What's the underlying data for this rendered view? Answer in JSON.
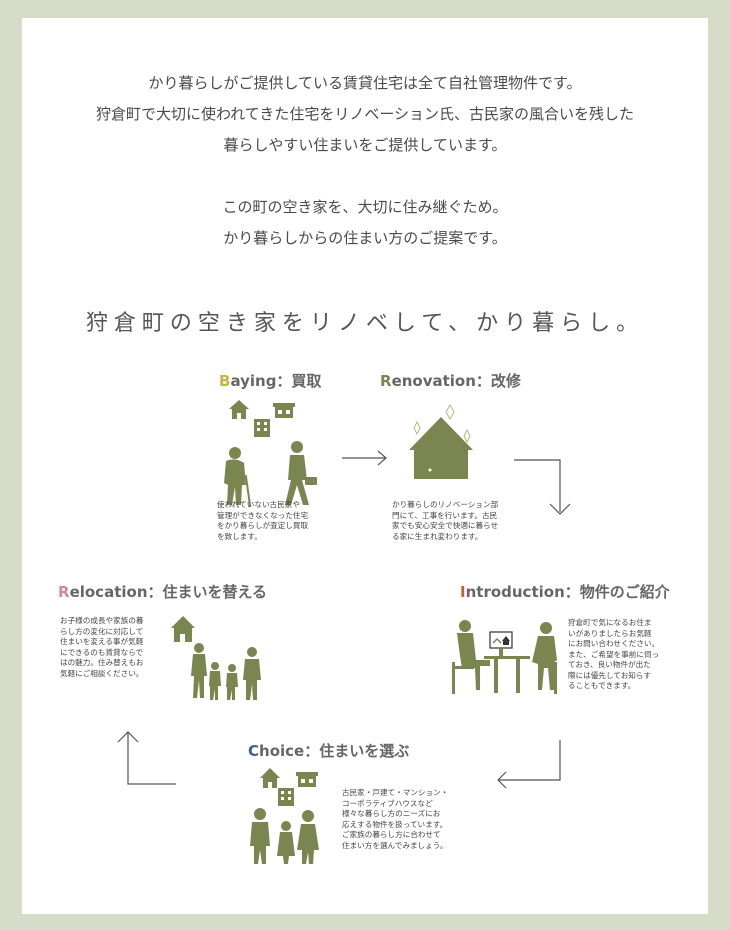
{
  "intro": {
    "lines": [
      "かり暮らしがご提供している賃貸住宅は全て自社管理物件です。",
      "狩倉町で大切に使われてきた住宅をリノベーション氏、古民家の風合いを残した",
      "暮らしやすい住まいをご提供しています。",
      "この町の空き家を、大切に住み継ぐため。",
      "かり暮らしからの住まい方のご提案です。"
    ]
  },
  "headline": "狩倉町の空き家をリノベして、かり暮らし。",
  "steps": {
    "buying": {
      "initial": "B",
      "rest": "aying：買取",
      "color": "#c9b640",
      "desc": [
        "使われていない古民家や",
        "管理ができなくなった住宅",
        "をかり暮らしが査定し買取",
        "を致します。"
      ]
    },
    "renovation": {
      "initial": "R",
      "rest": "enovation：改修",
      "color": "#7a8550",
      "desc": [
        "かり暮らしのリノベーション部",
        "門にて、工事を行います。古民",
        "家でも安心安全で快適に暮らせ",
        "る家に生まれ変わります。"
      ]
    },
    "introduction": {
      "initial": "I",
      "rest": "ntroduction：物件のご紹介",
      "color": "#c0603a",
      "desc": [
        "狩倉町で気になるお住ま",
        "いがありましたらお気軽",
        "にお問い合わせください。",
        "また、ご希望を事前に伺っ",
        "ておき、良い物件が出た",
        "際には優先してお知らす",
        "ることもできます。"
      ]
    },
    "choice": {
      "initial": "C",
      "rest": "hoice：住まいを選ぶ",
      "color": "#3e5f8a",
      "desc": [
        "古民家・戸建て・マンション・",
        "コーポラティブハウスなど",
        "様々な暮らし方のニーズにお",
        "応えする物件を扱っています。",
        "ご家族の暮らし方に合わせて",
        "住まい方を選んでみましょう。"
      ]
    },
    "relocation": {
      "initial": "R",
      "rest": "elocation：住まいを替える",
      "color": "#d9869a",
      "desc": [
        "お子様の成長や家族の暮",
        "らし方の変化に対応して",
        "住まいを変える事が気軽",
        "にできるのも賃貸ならで",
        "はの魅力。住み替えもお",
        "気軽にご相談ください。"
      ]
    }
  },
  "colors": {
    "olive": "#7a8550",
    "background": "#d7dcc8",
    "arrow": "#555555"
  }
}
